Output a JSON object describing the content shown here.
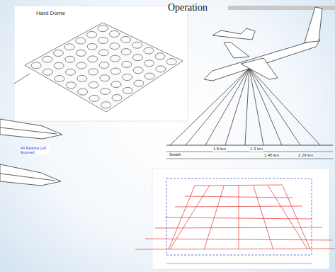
{
  "diagram": {
    "title": "Operation",
    "labels": [
      "Hard Dome",
      "Aft Radome Left Exposed",
      "Swath",
      "1.5 km",
      "1.3 km",
      "1.45 km",
      "2.29 km"
    ]
  }
}
